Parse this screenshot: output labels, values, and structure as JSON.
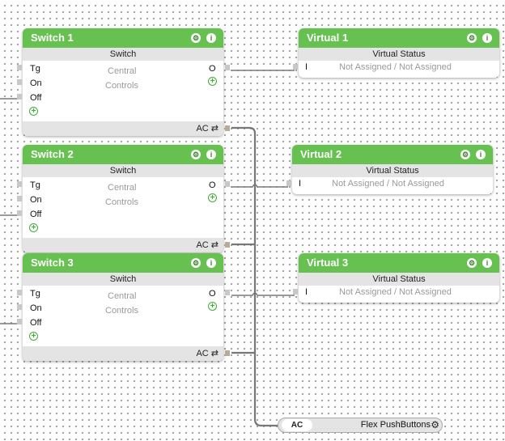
{
  "switches": [
    {
      "title": "Switch 1",
      "subtitle": "Switch",
      "inputs": [
        "Tg",
        "On",
        "Off"
      ],
      "central": "Central",
      "controls": "Controls",
      "output": "O",
      "footer": "AC ⇄"
    },
    {
      "title": "Switch 2",
      "subtitle": "Switch",
      "inputs": [
        "Tg",
        "On",
        "Off"
      ],
      "central": "Central",
      "controls": "Controls",
      "output": "O",
      "footer": "AC ⇄"
    },
    {
      "title": "Switch 3",
      "subtitle": "Switch",
      "inputs": [
        "Tg",
        "On",
        "Off"
      ],
      "central": "Central",
      "controls": "Controls",
      "output": "O",
      "footer": "AC ⇄"
    }
  ],
  "virtuals": [
    {
      "title": "Virtual 1",
      "subtitle": "Virtual Status",
      "input": "I",
      "status": "Not Assigned / Not Assigned"
    },
    {
      "title": "Virtual 2",
      "subtitle": "Virtual Status",
      "input": "I",
      "status": "Not Assigned / Not Assigned"
    },
    {
      "title": "Virtual 3",
      "subtitle": "Virtual Status",
      "input": "I",
      "status": "Not Assigned / Not Assigned"
    }
  ],
  "flex": {
    "ac": "AC",
    "label": "Flex PushButtons"
  },
  "icons": {
    "gear": "gear-icon",
    "info": "info-icon",
    "add": "add-connector-icon"
  },
  "colors": {
    "header_green": "#66c150",
    "wire": "#777777",
    "port_ac": "#b8ab98"
  }
}
